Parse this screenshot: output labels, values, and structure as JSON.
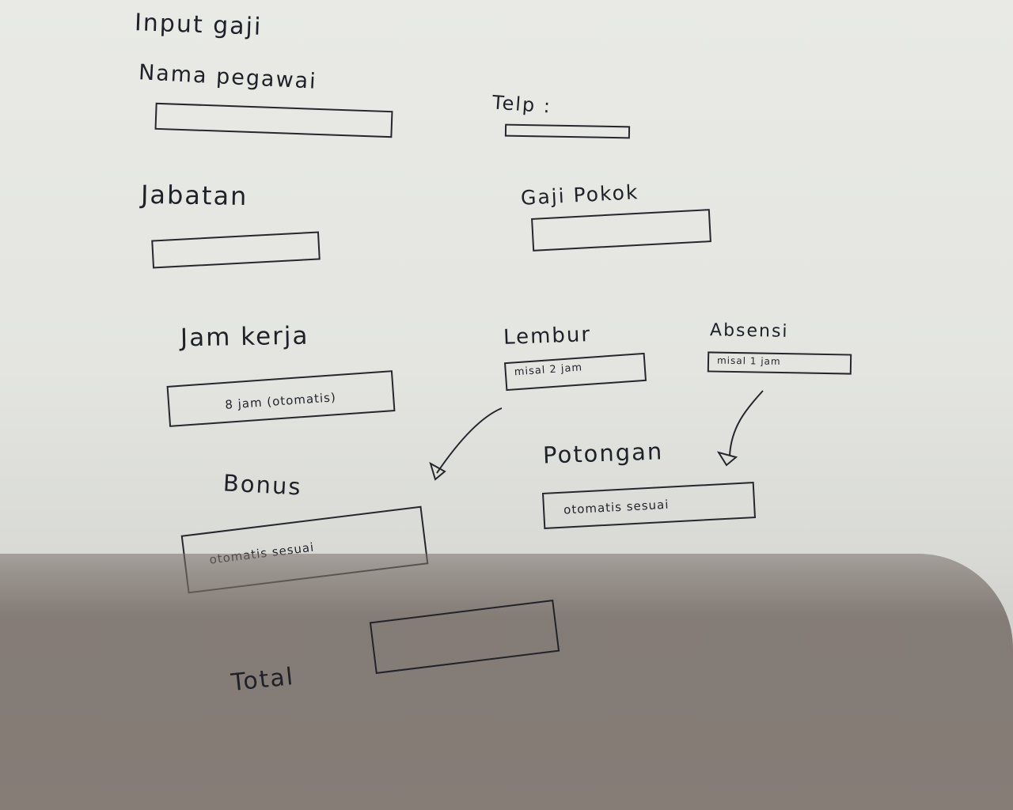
{
  "sheet": {
    "title": "Input gaji",
    "fields": {
      "nama": {
        "label": "Nama pegawai"
      },
      "telp": {
        "label": "Telp :"
      },
      "jabatan": {
        "label": "Jabatan"
      },
      "gaji_pokok": {
        "label": "Gaji Pokok"
      },
      "jam_kerja": {
        "label": "Jam kerja",
        "hint": "8 jam (otomatis)"
      },
      "lembur": {
        "label": "Lembur",
        "hint": "misal 2 jam"
      },
      "absensi": {
        "label": "Absensi",
        "hint": "misal 1 jam"
      },
      "potongan": {
        "label": "Potongan",
        "hint": "otomatis sesuai"
      },
      "bonus": {
        "label": "Bonus",
        "hint": "otomatis sesuai"
      },
      "total": {
        "label": "Total"
      }
    }
  },
  "ink_color": "#1f2128",
  "paper_color": "#e6e7e3"
}
